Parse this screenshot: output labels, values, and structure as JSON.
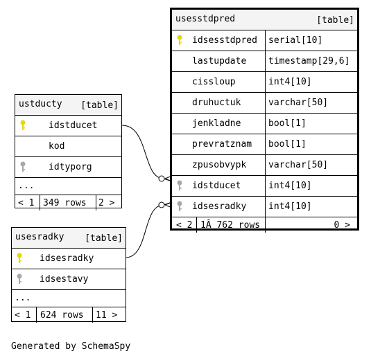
{
  "tables": {
    "usesstdpred": {
      "name": "usesstdpred",
      "tag": "[table]",
      "columns": [
        {
          "name": "idsesstdpred",
          "type": "serial[10]",
          "key": "primary"
        },
        {
          "name": "lastupdate",
          "type": "timestamp[29,6]",
          "key": "none"
        },
        {
          "name": "cissloup",
          "type": "int4[10]",
          "key": "none"
        },
        {
          "name": "druhuctuk",
          "type": "varchar[50]",
          "key": "none"
        },
        {
          "name": "jenkladne",
          "type": "bool[1]",
          "key": "none"
        },
        {
          "name": "prevratznam",
          "type": "bool[1]",
          "key": "none"
        },
        {
          "name": "zpusobvypk",
          "type": "varchar[50]",
          "key": "none"
        },
        {
          "name": "idstducet",
          "type": "int4[10]",
          "key": "foreign"
        },
        {
          "name": "idsesradky",
          "type": "int4[10]",
          "key": "foreign"
        }
      ],
      "footer": {
        "parents": "< 2",
        "rows": "1Â 762 rows",
        "children": "0 >"
      }
    },
    "ustducty": {
      "name": "ustducty",
      "tag": "[table]",
      "columns": [
        {
          "name": "idstducet",
          "key": "primary"
        },
        {
          "name": "kod",
          "key": "none"
        },
        {
          "name": "idtyporg",
          "key": "foreign"
        }
      ],
      "more": "...",
      "footer": {
        "parents": "< 1",
        "rows": "349 rows",
        "children": "2 >"
      }
    },
    "usesradky": {
      "name": "usesradky",
      "tag": "[table]",
      "columns": [
        {
          "name": "idsesradky",
          "key": "primary"
        },
        {
          "name": "idsestavy",
          "key": "foreign"
        }
      ],
      "more": "...",
      "footer": {
        "parents": "< 1",
        "rows": "624 rows",
        "children": "11 >"
      }
    }
  },
  "relationships": [
    {
      "from": "ustducty.idstducet",
      "to": "usesstdpred.idstducet"
    },
    {
      "from": "usesradky.idsesradky",
      "to": "usesstdpred.idsesradky"
    }
  ],
  "colors": {
    "primary_key": "#e8d800",
    "foreign_key": "#a8a8a8",
    "header_bg": "#f4f4f4"
  },
  "generated_by": "Generated by SchemaSpy"
}
